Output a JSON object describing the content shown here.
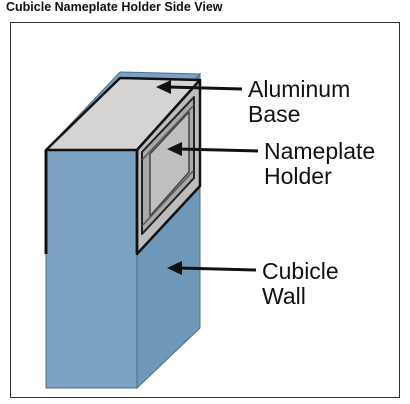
{
  "title": "Cubicle Nameplate Holder Side View",
  "labels": {
    "aluminum_base": [
      "Aluminum",
      "Base"
    ],
    "nameplate_holder": [
      "Nameplate",
      "Holder"
    ],
    "cubicle_wall": [
      "Cubicle",
      "Wall"
    ]
  },
  "colors": {
    "wall_fill": "#7ba2c2",
    "base_fill": "#d4d4d4",
    "holder_fill": "#a8a8a8",
    "outline": "#111111"
  }
}
